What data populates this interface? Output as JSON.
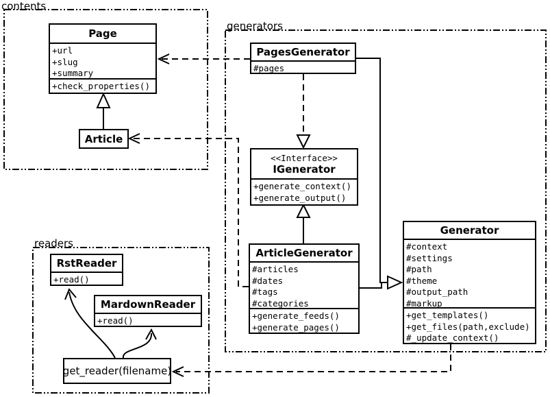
{
  "packages": {
    "contents": {
      "label": "contents"
    },
    "generators": {
      "label": "generators"
    },
    "readers": {
      "label": "readers"
    }
  },
  "classes": {
    "page": {
      "name": "Page",
      "attributes": [
        "+url",
        "+slug",
        "+summary"
      ],
      "methods": [
        "+check_properties()"
      ]
    },
    "article": {
      "name": "Article"
    },
    "pages_generator": {
      "name": "PagesGenerator",
      "attributes": [
        "#pages"
      ]
    },
    "igenerator": {
      "stereotype": "<<Interface>>",
      "name": "IGenerator",
      "methods": [
        "+generate_context()",
        "+generate_output()"
      ]
    },
    "article_generator": {
      "name": "ArticleGenerator",
      "attributes": [
        "#articles",
        "#dates",
        "#tags",
        "#categories"
      ],
      "methods": [
        "+generate_feeds()",
        "+generate_pages()"
      ]
    },
    "generator": {
      "name": "Generator",
      "attributes": [
        "#context",
        "#settings",
        "#path",
        "#theme",
        "#output_path",
        "#markup"
      ],
      "methods": [
        "+get_templates()",
        "+get_files(path,exclude)",
        "#_update_context()"
      ]
    },
    "rst_reader": {
      "name": "RstReader",
      "methods": [
        "+read()"
      ]
    },
    "mardown_reader": {
      "name": "MardownReader",
      "methods": [
        "+read()"
      ]
    },
    "get_reader": {
      "name": "get_reader(filename)"
    }
  },
  "relationships": [
    {
      "from": "Article",
      "to": "Page",
      "type": "generalization"
    },
    {
      "from": "PagesGenerator",
      "to": "Page",
      "type": "dependency"
    },
    {
      "from": "ArticleGenerator",
      "to": "Article",
      "type": "dependency"
    },
    {
      "from": "PagesGenerator",
      "to": "IGenerator",
      "type": "realization"
    },
    {
      "from": "ArticleGenerator",
      "to": "IGenerator",
      "type": "generalization"
    },
    {
      "from": "PagesGenerator",
      "to": "Generator",
      "type": "generalization"
    },
    {
      "from": "ArticleGenerator",
      "to": "Generator",
      "type": "generalization"
    },
    {
      "from": "Generator",
      "to": "get_reader(filename)",
      "type": "dependency"
    },
    {
      "from": "get_reader(filename)",
      "to": "RstReader",
      "type": "arrow"
    },
    {
      "from": "get_reader(filename)",
      "to": "MardownReader",
      "type": "arrow"
    }
  ],
  "colors": {
    "line": "#000000",
    "background": "#ffffff",
    "box_fill": "#ffffff"
  }
}
